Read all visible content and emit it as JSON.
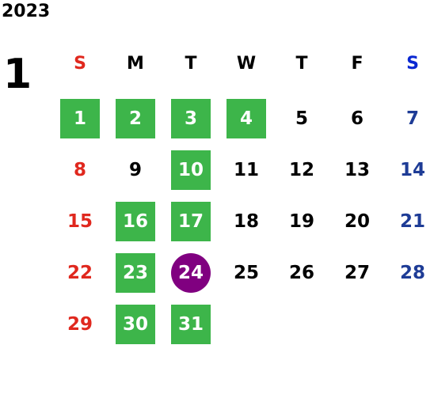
{
  "calendar": {
    "year": "2023",
    "month": "1",
    "colors": {
      "sunday": "#e0281e",
      "saturday_header": "#0a28d2",
      "saturday": "#1e3c96",
      "weekday": "#000000",
      "event_highlight": "#3db54a",
      "today_highlight": "#800080"
    },
    "weekdays": [
      {
        "label": "S",
        "kind": "sunday"
      },
      {
        "label": "M",
        "kind": "weekday"
      },
      {
        "label": "T",
        "kind": "weekday"
      },
      {
        "label": "W",
        "kind": "weekday"
      },
      {
        "label": "T",
        "kind": "weekday"
      },
      {
        "label": "F",
        "kind": "weekday"
      },
      {
        "label": "S",
        "kind": "saturday"
      }
    ],
    "days": [
      {
        "label": "1",
        "highlight": "event"
      },
      {
        "label": "2",
        "highlight": "event"
      },
      {
        "label": "3",
        "highlight": "event"
      },
      {
        "label": "4",
        "highlight": "event"
      },
      {
        "label": "5",
        "highlight": "none"
      },
      {
        "label": "6",
        "highlight": "none"
      },
      {
        "label": "7",
        "highlight": "none"
      },
      {
        "label": "8",
        "highlight": "none"
      },
      {
        "label": "9",
        "highlight": "none"
      },
      {
        "label": "10",
        "highlight": "event"
      },
      {
        "label": "11",
        "highlight": "none"
      },
      {
        "label": "12",
        "highlight": "none"
      },
      {
        "label": "13",
        "highlight": "none"
      },
      {
        "label": "14",
        "highlight": "none"
      },
      {
        "label": "15",
        "highlight": "none"
      },
      {
        "label": "16",
        "highlight": "event"
      },
      {
        "label": "17",
        "highlight": "event"
      },
      {
        "label": "18",
        "highlight": "none"
      },
      {
        "label": "19",
        "highlight": "none"
      },
      {
        "label": "20",
        "highlight": "none"
      },
      {
        "label": "21",
        "highlight": "none"
      },
      {
        "label": "22",
        "highlight": "none"
      },
      {
        "label": "23",
        "highlight": "event"
      },
      {
        "label": "24",
        "highlight": "today"
      },
      {
        "label": "25",
        "highlight": "none"
      },
      {
        "label": "26",
        "highlight": "none"
      },
      {
        "label": "27",
        "highlight": "none"
      },
      {
        "label": "28",
        "highlight": "none"
      },
      {
        "label": "29",
        "highlight": "none"
      },
      {
        "label": "30",
        "highlight": "event"
      },
      {
        "label": "31",
        "highlight": "event"
      }
    ]
  }
}
